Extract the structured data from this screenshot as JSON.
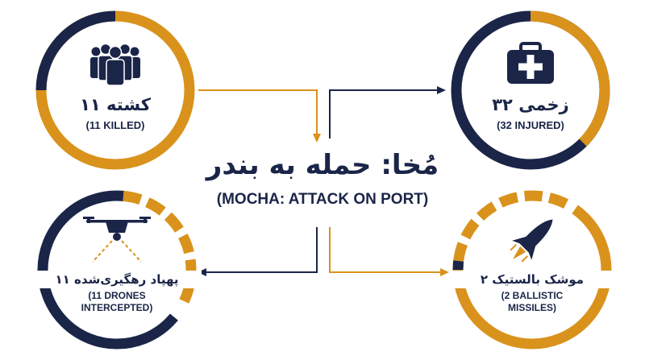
{
  "title": {
    "fa": "مُخا: حمله به بندر",
    "en": "(MOCHA: ATTACK ON PORT)"
  },
  "nodes": {
    "killed": {
      "fa": "۱۱ کشته",
      "en": "(11 KILLED)",
      "icon": "people-group-icon"
    },
    "injured": {
      "fa": "۳۲ زخمی",
      "en": "(32 INJURED)",
      "icon": "medical-kit-icon"
    },
    "drones": {
      "fa": "۱۱ پهپاد رهگیری‌شده",
      "en_line1": "(11 DRONES",
      "en_line2": "INTERCEPTED)",
      "icon": "drone-icon"
    },
    "missiles": {
      "fa": "۲ موشک بالستیک",
      "en_line1": "(2 BALLISTIC",
      "en_line2": "MISSILES)",
      "icon": "rocket-icon"
    }
  },
  "colors": {
    "navy": "#1a2548",
    "gold": "#d9921b",
    "white": "#ffffff"
  }
}
